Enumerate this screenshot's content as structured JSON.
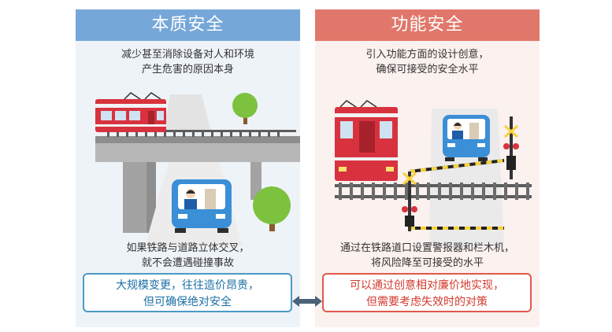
{
  "left": {
    "title": "本质安全",
    "desc_line1": "减少甚至消除设备对人和环境",
    "desc_line2": "产生危害的原因本身",
    "caption_line1": "如果铁路与道路立体交叉，",
    "caption_line2": "就不会遭遇碰撞事故",
    "box_line1": "大规模变更，往往造价昂贵，",
    "box_line2": "但可确保绝对安全"
  },
  "right": {
    "title": "功能安全",
    "desc_line1": "引入功能方面的设计创意，",
    "desc_line2": "确保可接受的安全水平",
    "caption_line1": "通过在铁路道口设置警报器和栏木机，",
    "caption_line2": "将风险降至可接受的水平",
    "box_line1": "可以通过创意相对廉价地实现，",
    "box_line2": "但需要考虑失效时的对策"
  },
  "colors": {
    "left_accent": "#76a7d9",
    "right_accent": "#e0776a",
    "train_red": "#d8323f",
    "car_blue": "#3a8fd6",
    "left_box_border": "#4b9ac6",
    "right_box_border": "#e0584c",
    "arrow": "#4a6178"
  },
  "icons": [
    "train-icon",
    "car-icon",
    "tree-icon",
    "crossing-signal-icon",
    "double-arrow-icon"
  ]
}
